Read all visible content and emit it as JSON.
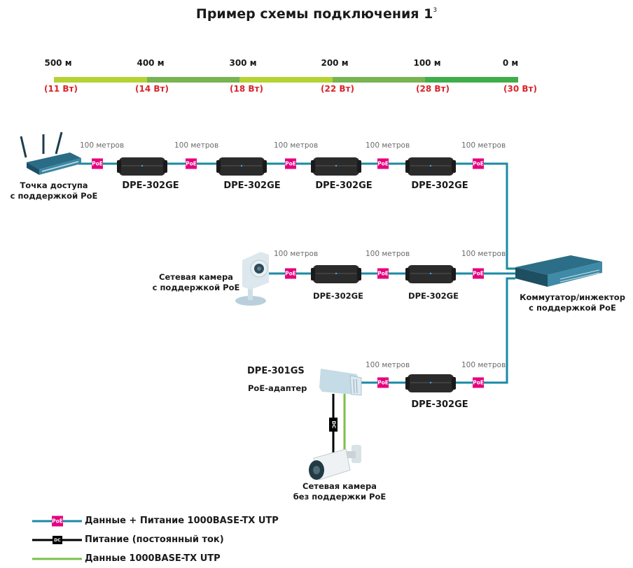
{
  "title": "Пример схемы подключения 1",
  "title_footnote": "3",
  "scale": {
    "distances": [
      "500 м",
      "400 м",
      "300 м",
      "200 м",
      "100 м",
      "0 м"
    ],
    "powers": [
      "(11 Вт)",
      "(14 Вт)",
      "(18 Вт)",
      "(22 Вт)",
      "(28 Вт)",
      "(30 Вт)"
    ],
    "segment_colors": [
      "#b5d334",
      "#78b452",
      "#b5d334",
      "#78b452",
      "#3fae49"
    ]
  },
  "colors": {
    "poe_line": "#1a8aa3",
    "dc_line": "#000000",
    "data_line": "#7bbf4a",
    "poe_badge": "#e5007e"
  },
  "labels": {
    "segment": "100 метров",
    "poe_badge": "PoE",
    "dc_badge": "DC",
    "extender": "DPE-302GE"
  },
  "devices": {
    "access_point": [
      "Точка доступа",
      "с поддержкой PoE"
    ],
    "poe_camera": [
      "Сетевая камера",
      "с поддержкой PoE"
    ],
    "switch": [
      "Коммутатор/инжектор",
      "с поддержкой PoE"
    ],
    "adapter_model": "DPE-301GS",
    "adapter_name": "PoE-адаптер",
    "non_poe_camera": [
      "Сетевая камера",
      "без поддержки PoE"
    ]
  },
  "legend": [
    {
      "type": "poe",
      "label": "Данные + Питание 1000BASE-TX UTP"
    },
    {
      "type": "dc",
      "label": "Питание (постоянный ток)"
    },
    {
      "type": "data",
      "label": "Данные 1000BASE-TX UTP"
    }
  ]
}
